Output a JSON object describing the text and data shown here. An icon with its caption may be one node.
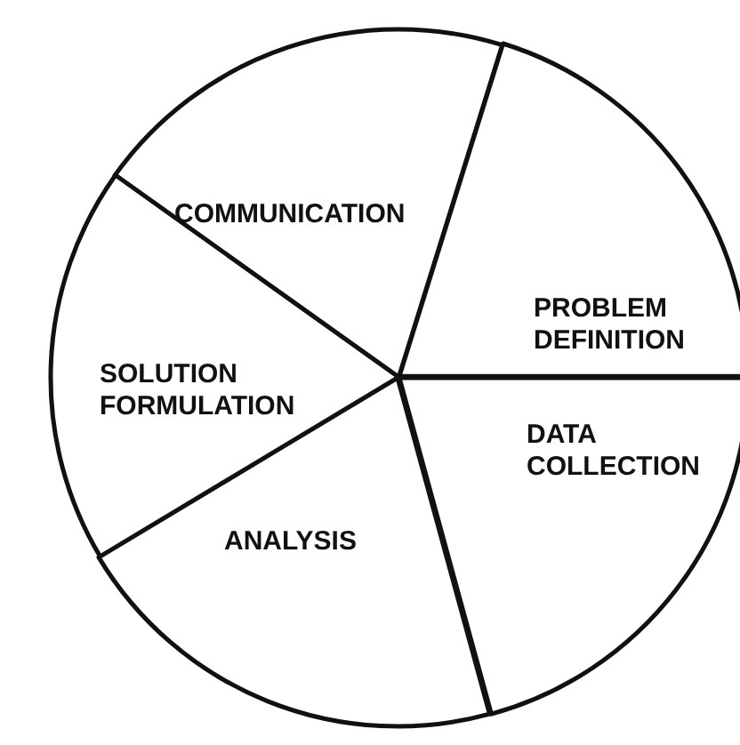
{
  "diagram": {
    "nodes": [
      {
        "text": [
          "COMMUNICATION"
        ]
      },
      {
        "text": [
          "PROBLEM DEFINITION"
        ]
      },
      {
        "text": [
          "SOLUTION FORMULATION"
        ]
      },
      {
        "text": [
          "DATA COLLECTION"
        ]
      },
      {
        "text": [
          "ANALYSIS"
        ]
      }
    ]
  }
}
